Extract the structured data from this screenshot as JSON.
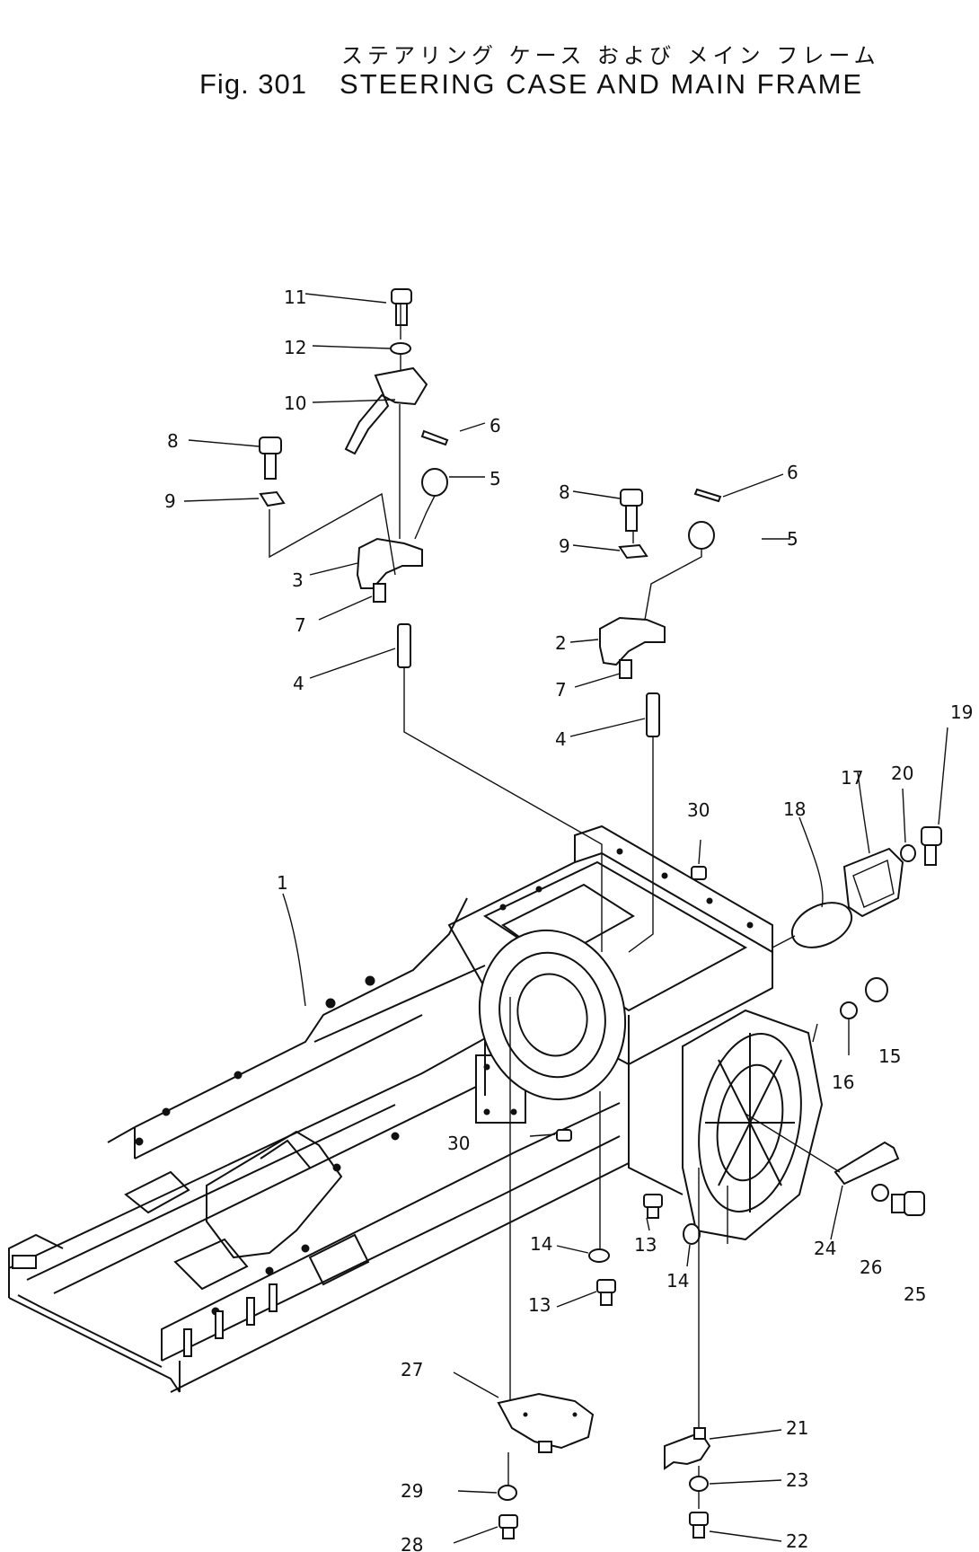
{
  "title_jp": "ステアリング ケース および メイン フレーム",
  "fig_label": "Fig. 301",
  "title_en": "STEERING CASE AND MAIN FRAME",
  "callouts": {
    "c1": "1",
    "c2": "2",
    "c3": "3",
    "c4a": "4",
    "c4b": "4",
    "c5a": "5",
    "c5b": "5",
    "c6a": "6",
    "c6b": "6",
    "c7a": "7",
    "c7b": "7",
    "c8a": "8",
    "c8b": "8",
    "c9a": "9",
    "c9b": "9",
    "c10": "10",
    "c11": "11",
    "c12": "12",
    "c13a": "13",
    "c13b": "13",
    "c14a": "14",
    "c14b": "14",
    "c15": "15",
    "c16": "16",
    "c17": "17",
    "c18": "18",
    "c19": "19",
    "c20": "20",
    "c21": "21",
    "c22": "22",
    "c23": "23",
    "c24": "24",
    "c25": "25",
    "c26": "26",
    "c27": "27",
    "c28": "28",
    "c29": "29",
    "c30a": "30",
    "c30b": "30"
  }
}
